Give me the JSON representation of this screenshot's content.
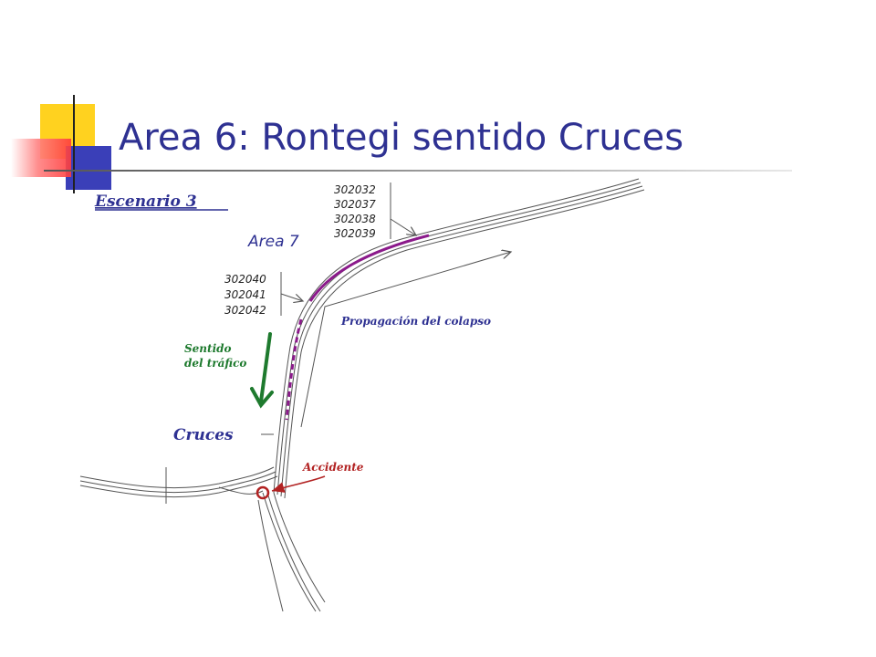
{
  "slide": {
    "title": "Area 6: Rontegi sentido Cruces"
  },
  "diagram": {
    "scenario_label": "Escenario 3",
    "area_label": "Area 7",
    "detector_group_upper": [
      "302032",
      "302037",
      "302038",
      "302039"
    ],
    "detector_group_lower": [
      "302040",
      "302041",
      "302042"
    ],
    "propagation_label": "Propagación del colapso",
    "traffic_direction_label_line1": "Sentido",
    "traffic_direction_label_line2": "del tráfico",
    "location_label": "Cruces",
    "accident_label": "Accidente"
  },
  "colors": {
    "title": "#2e3192",
    "scenario_label": "#2e3192",
    "traffic_arrow": "#1e7a2e",
    "accident": "#b22222",
    "congestion": "#8b1a8b",
    "road": "#555555",
    "deco_yellow": "#ffd21f",
    "deco_blue": "#2e3192",
    "deco_red": "#ff4a4a"
  }
}
